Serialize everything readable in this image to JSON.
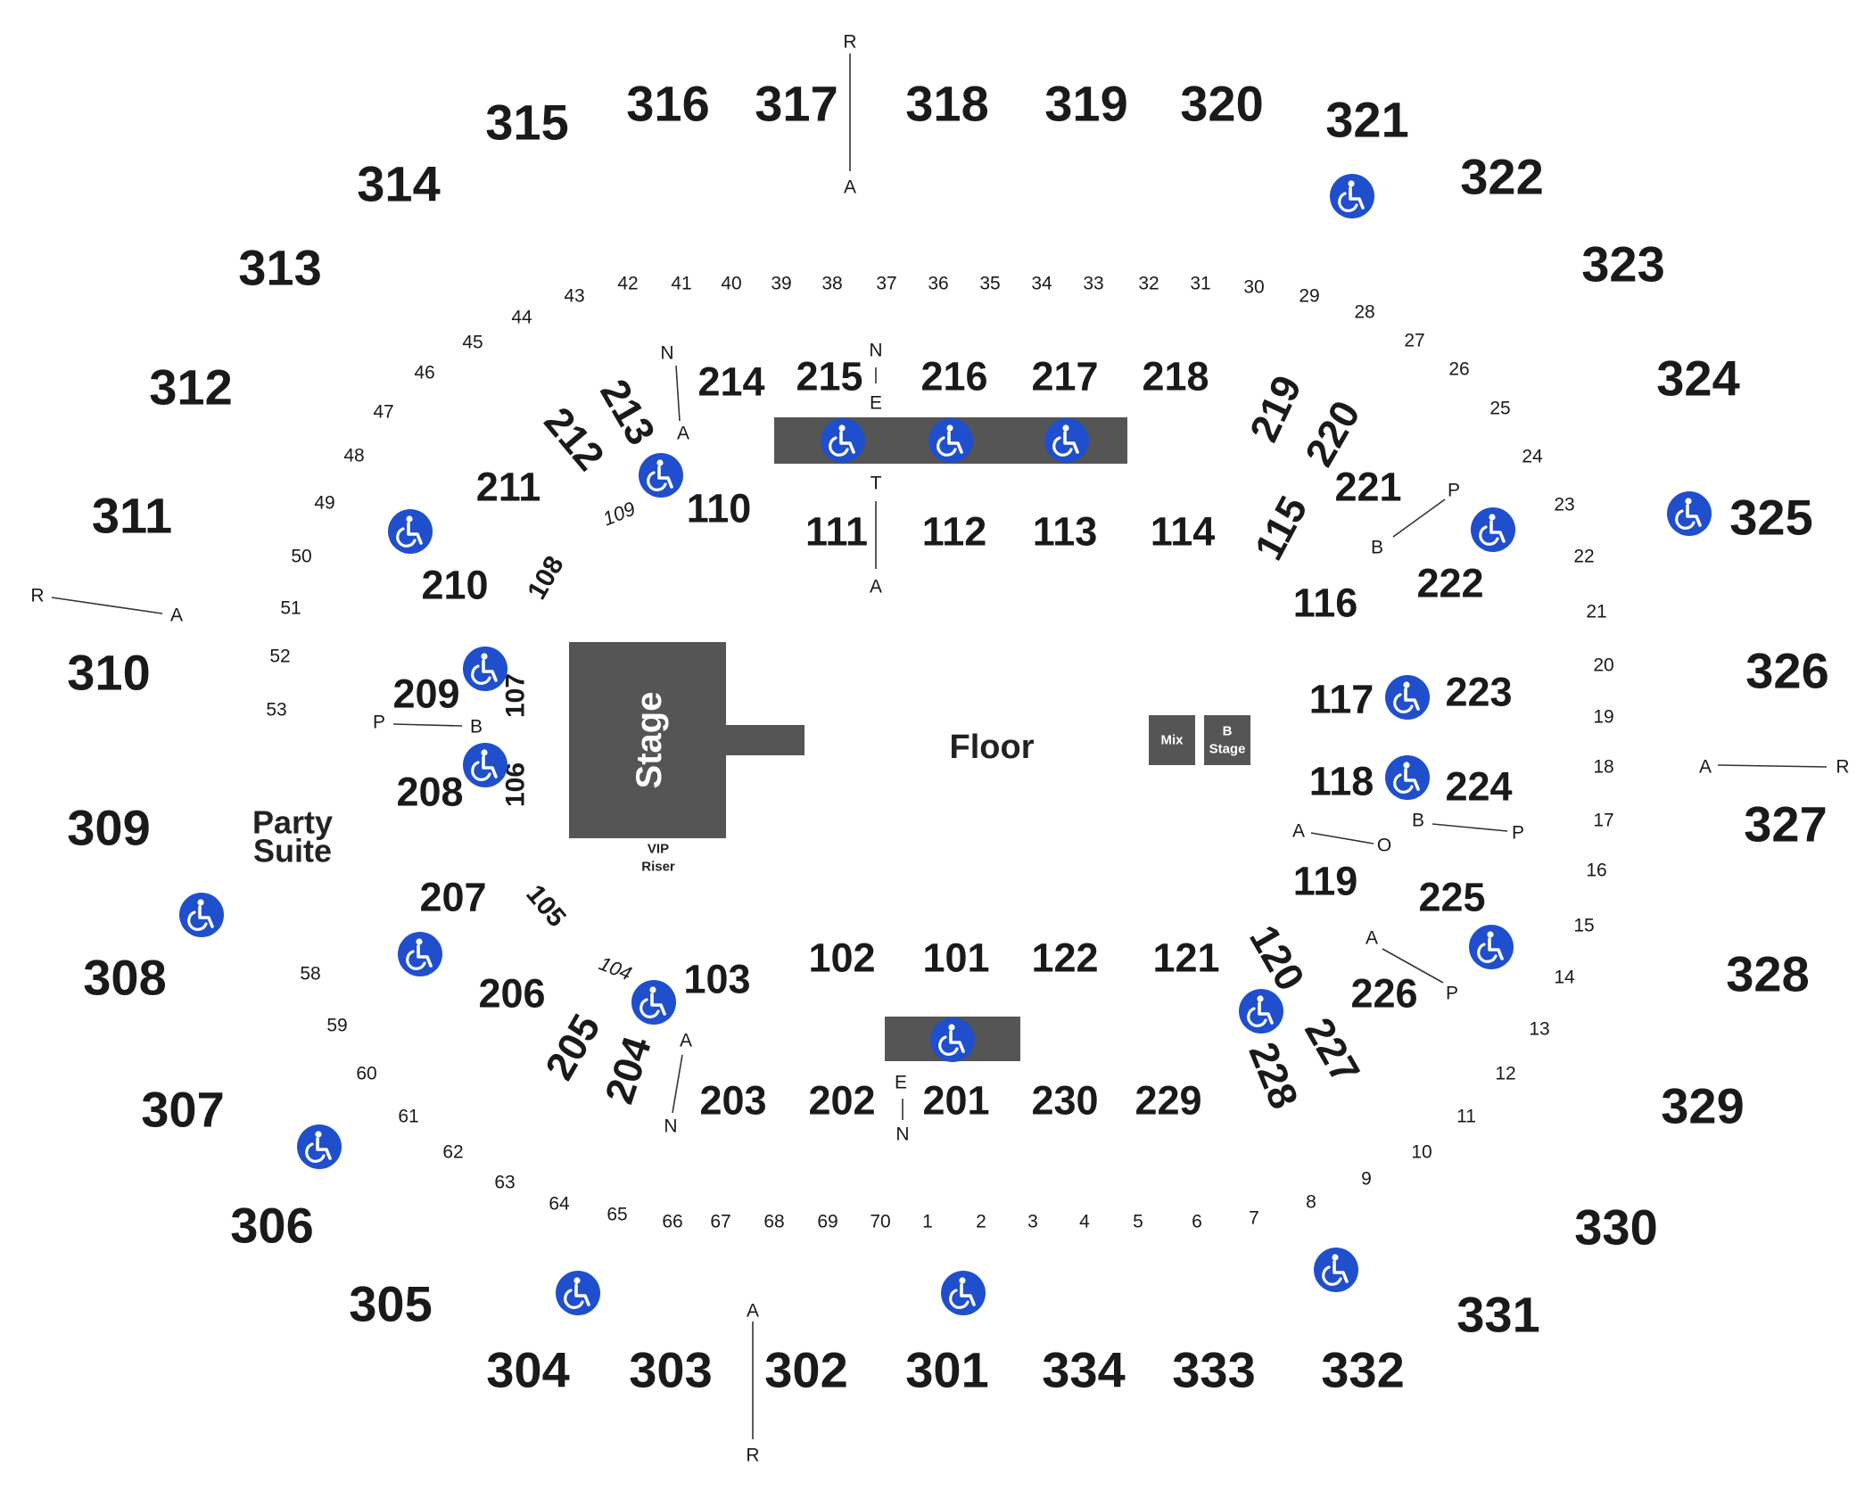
{
  "colors": {
    "accessible": "#1f4fcc",
    "blocks": "#555555",
    "text": "#1a1a1a"
  },
  "icon": "wheelchair-icon",
  "labels": {
    "stage": "Stage",
    "floor": "Floor",
    "mix": "Mix",
    "b_stage_1": "B",
    "b_stage_2": "Stage",
    "vip_1": "VIP",
    "vip_2": "Riser",
    "party_1": "Party",
    "party_2": "Suite"
  },
  "upper_sections": [
    "301",
    "302",
    "303",
    "304",
    "305",
    "306",
    "307",
    "308",
    "309",
    "310",
    "311",
    "312",
    "313",
    "314",
    "315",
    "316",
    "317",
    "318",
    "319",
    "320",
    "321",
    "322",
    "323",
    "324",
    "325",
    "326",
    "327",
    "328",
    "329",
    "330",
    "331",
    "332",
    "333",
    "334"
  ],
  "suites": [
    "1",
    "2",
    "3",
    "4",
    "5",
    "6",
    "7",
    "8",
    "9",
    "10",
    "11",
    "12",
    "13",
    "14",
    "15",
    "16",
    "17",
    "18",
    "19",
    "20",
    "21",
    "22",
    "23",
    "24",
    "25",
    "26",
    "27",
    "28",
    "29",
    "30",
    "31",
    "32",
    "33",
    "34",
    "35",
    "36",
    "37",
    "38",
    "39",
    "40",
    "41",
    "42",
    "43",
    "44",
    "45",
    "46",
    "47",
    "48",
    "49",
    "50",
    "51",
    "52",
    "53",
    "58",
    "59",
    "60",
    "61",
    "62",
    "63",
    "64",
    "65",
    "66",
    "67",
    "68",
    "69",
    "70"
  ],
  "mid_sections": [
    "201",
    "202",
    "203",
    "204",
    "205",
    "206",
    "207",
    "208",
    "209",
    "210",
    "211",
    "212",
    "213",
    "214",
    "215",
    "216",
    "217",
    "218",
    "219",
    "220",
    "221",
    "222",
    "223",
    "224",
    "225",
    "226",
    "227",
    "228",
    "229",
    "230"
  ],
  "lower_sections": [
    "101",
    "102",
    "103",
    "104",
    "105",
    "106",
    "107",
    "108",
    "109",
    "110",
    "111",
    "112",
    "113",
    "114",
    "115",
    "116",
    "117",
    "118",
    "119",
    "120",
    "121",
    "122"
  ],
  "row_letters": [
    "R",
    "A",
    "N",
    "E",
    "T",
    "P",
    "B",
    "O"
  ]
}
